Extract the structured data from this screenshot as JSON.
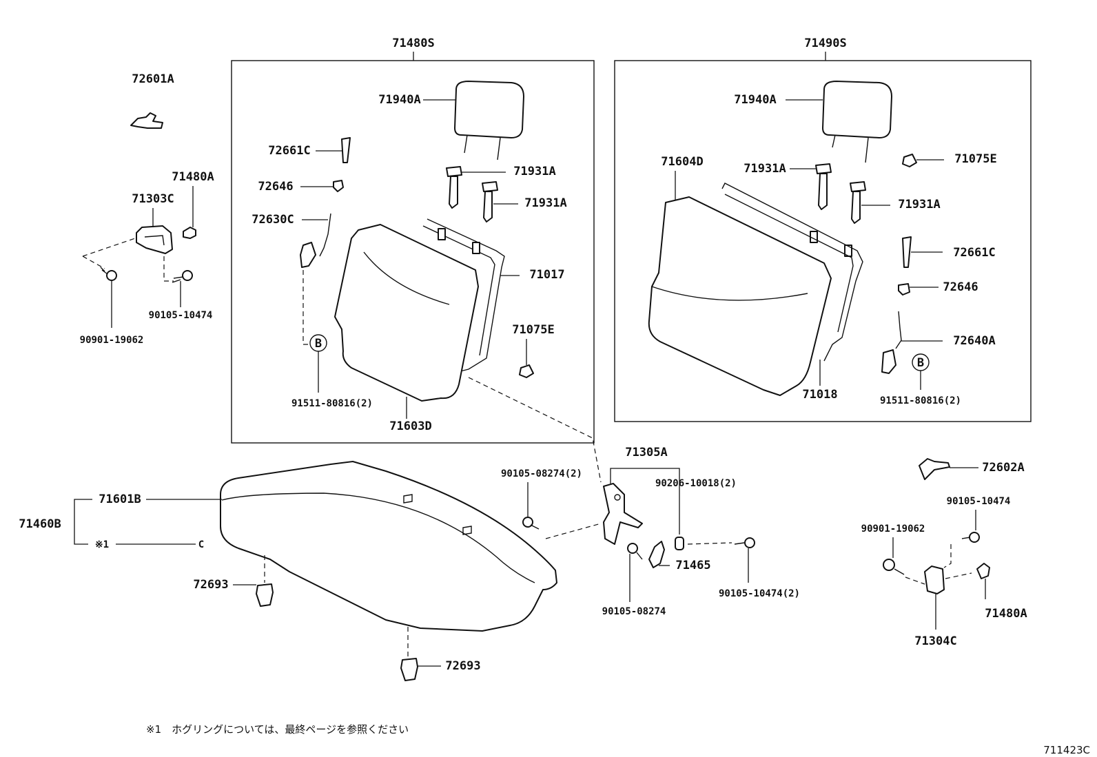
{
  "groups": {
    "seatback_assy_left": "71480S",
    "seatback_assy_right": "71490S",
    "cushion_assy": "71460B",
    "seat_bracket": "71305A"
  },
  "labels": {
    "l_72601A": "72601A",
    "l_71480A_top": "71480A",
    "l_71303C": "71303C",
    "l_90105_10474_left": "90105-10474",
    "l_90901_19062_left": "90901-19062",
    "l_71940A_left": "71940A",
    "l_72661C_left": "72661C",
    "l_71931A_left1": "71931A",
    "l_72646_left": "72646",
    "l_71931A_left2": "71931A",
    "l_72630C": "72630C",
    "l_71017": "71017",
    "l_71075E_left": "71075E",
    "l_91511_left": "91511-80816(2)",
    "l_71603D": "71603D",
    "l_71940A_right": "71940A",
    "l_71604D": "71604D",
    "l_71931A_right1": "71931A",
    "l_71075E_right": "71075E",
    "l_71931A_right2": "71931A",
    "l_72661C_right": "72661C",
    "l_72646_right": "72646",
    "l_72640A": "72640A",
    "l_71018": "71018",
    "l_91511_right": "91511-80816(2)",
    "l_90105_08274_2": "90105-08274(2)",
    "l_90206_10018": "90206-10018(2)",
    "l_71465": "71465",
    "l_90105_10474_2": "90105-10474(2)",
    "l_90105_08274": "90105-08274",
    "l_71601B": "71601B",
    "l_ref1": "※1",
    "l_ref_c": "C",
    "l_72693_a": "72693",
    "l_72693_b": "72693",
    "l_72602A": "72602A",
    "l_90105_10474_right": "90105-10474",
    "l_90901_19062_right": "90901-19062",
    "l_71480A_right": "71480A",
    "l_71304C": "71304C"
  },
  "callouts": {
    "b_left": "B",
    "b_right": "B"
  },
  "footnote": "※1　ホグリングについては、最終ページを参照ください",
  "figure_id": "711423C"
}
